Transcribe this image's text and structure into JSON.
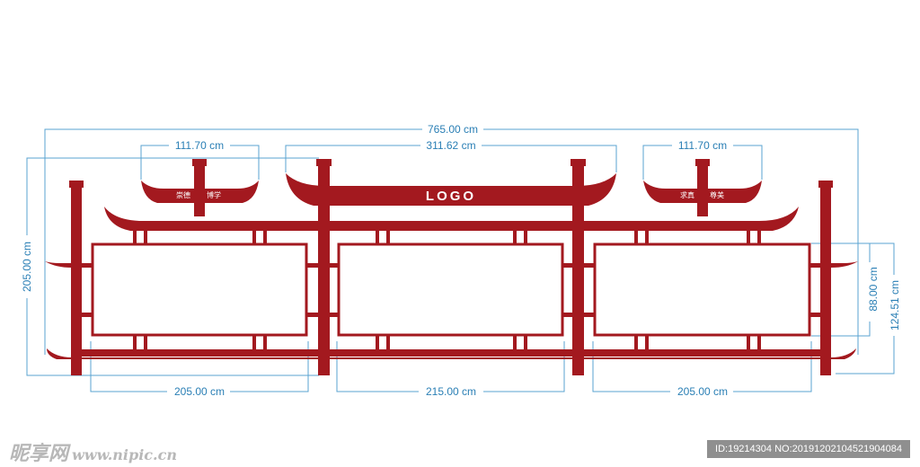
{
  "dimensions": {
    "total_width": "765.00 cm",
    "left_sign_width": "111.70 cm",
    "center_sign_width": "311.62 cm",
    "right_sign_width": "111.70 cm",
    "total_height": "205.00 cm",
    "left_board_width": "205.00 cm",
    "center_board_width": "215.00 cm",
    "right_board_width": "205.00 cm",
    "board_height": "88.00 cm",
    "frame_height": "124.51 cm"
  },
  "signs": {
    "logo": "LOGO",
    "left_text_1": "崇德",
    "left_text_2": "博学",
    "right_text_1": "求真",
    "right_text_2": "尊美"
  },
  "watermark": {
    "site": "昵享网",
    "url": "www.nipic.cn",
    "id_text": "ID:19214304 NO:20191202104521904084"
  },
  "colors": {
    "frame": "#a3191f",
    "dimension": "#2a7fb5",
    "board": "#ffffff"
  }
}
